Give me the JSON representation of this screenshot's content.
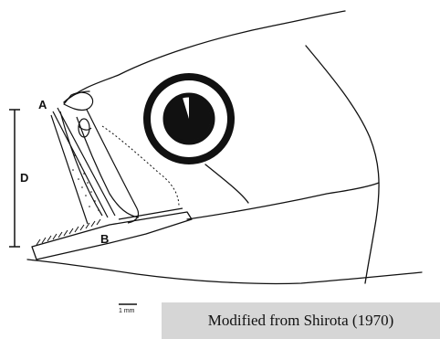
{
  "figure": {
    "labels": {
      "a": "A",
      "b": "B",
      "d": "D"
    },
    "scale_bar": "1 mm",
    "caption": "Modified from Shirota (1970)",
    "colors": {
      "ink": "#111111",
      "caption_bg": "#d6d6d6"
    }
  }
}
